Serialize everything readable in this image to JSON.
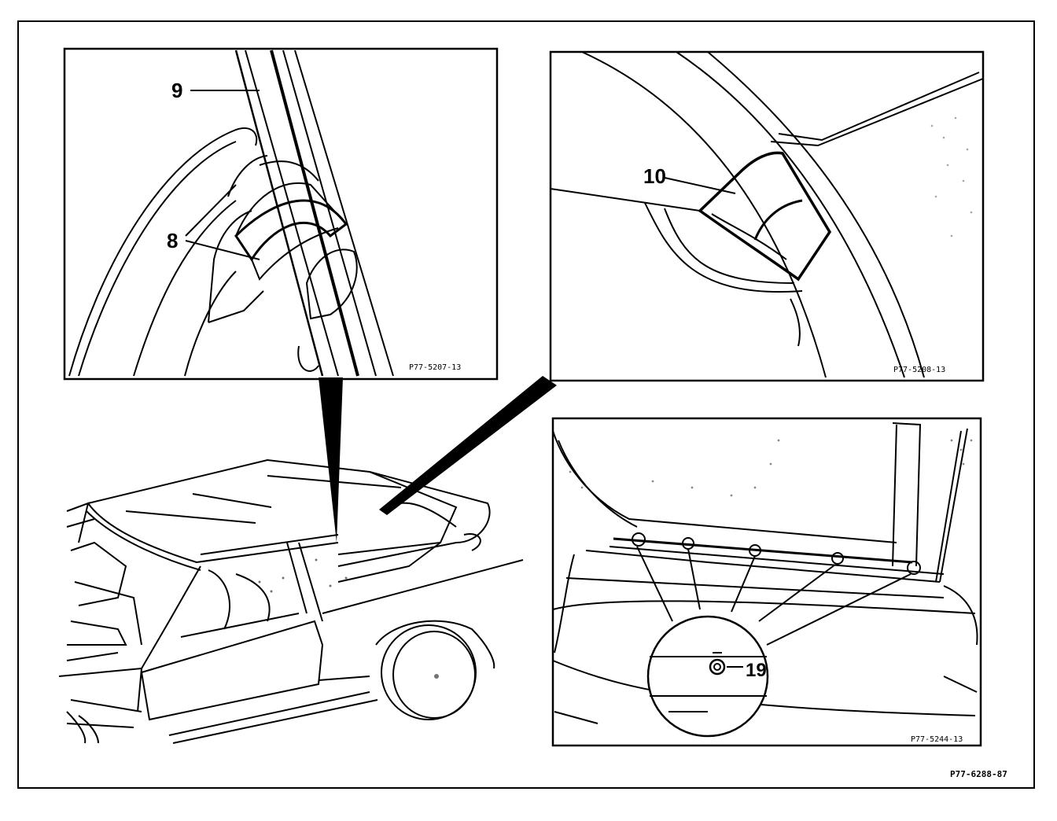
{
  "panels": {
    "top_left": {
      "callouts": [
        "9",
        "8"
      ],
      "ref_code": "P77-5207-13"
    },
    "top_right": {
      "callouts": [
        "10"
      ],
      "ref_code": "P77-5208-13"
    },
    "bottom_right": {
      "callouts": [
        "19"
      ],
      "ref_code": "P77-5244-13"
    }
  },
  "figure_ref": "P77-6288-87"
}
